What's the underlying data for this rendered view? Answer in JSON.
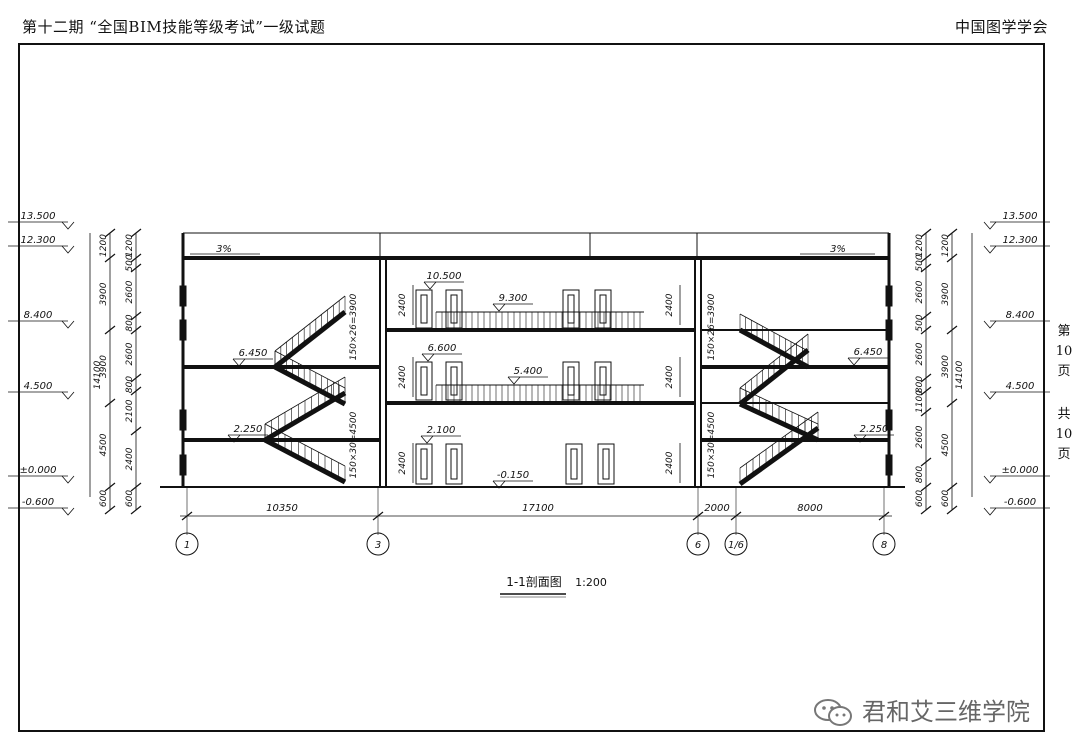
{
  "header": {
    "left": "第十二期 “全国BIM技能等级考试”一级试题",
    "right": "中国图学学会"
  },
  "page_side": {
    "chars_top": [
      "第",
      "10",
      "页"
    ],
    "chars_bottom": [
      "共",
      "10",
      "页"
    ]
  },
  "title": {
    "name": "1-1剖面图",
    "scale": "1:200"
  },
  "levels_left": [
    "13.500",
    "12.300",
    "8.400",
    "4.500",
    "±0.000",
    "-0.600"
  ],
  "levels_right": [
    "13.500",
    "12.300",
    "8.400",
    "4.500",
    "±0.000",
    "-0.600"
  ],
  "floor_labels": [
    "6.450",
    "2.250",
    "10.500",
    "9.300",
    "6.600",
    "5.400",
    "2.100",
    "-0.150",
    "6.450",
    "2.250"
  ],
  "roof_slopes": [
    "3%",
    "3%"
  ],
  "dims_left_col1": [
    "1200",
    "3900",
    "3900",
    "4500",
    "600"
  ],
  "dims_left_col2": [
    "1200",
    "500",
    "2600",
    "800",
    "2600",
    "800",
    "2100",
    "2400",
    "600"
  ],
  "dims_left_total": "14100",
  "dims_right_col1": [
    "1200",
    "500",
    "2600",
    "500",
    "2600",
    "800",
    "1100",
    "2600",
    "800",
    "600"
  ],
  "dims_right_col2": [
    "1200",
    "3900",
    "3900",
    "4500",
    "600"
  ],
  "dims_right_total": "14100",
  "window_dims": [
    "2400",
    "2400",
    "2400",
    "2400",
    "2400",
    "2400"
  ],
  "stair_labels": [
    "150×26=3900",
    "150×30=4500",
    "150×26=3900",
    "150×30=4500"
  ],
  "bottom_dims": [
    "10350",
    "17100",
    "2000",
    "8000"
  ],
  "axes": [
    "1",
    "3",
    "6",
    "1/6",
    "8"
  ],
  "watermark": {
    "text": "君和艾三维学院",
    "icon": "wechat-icon"
  }
}
